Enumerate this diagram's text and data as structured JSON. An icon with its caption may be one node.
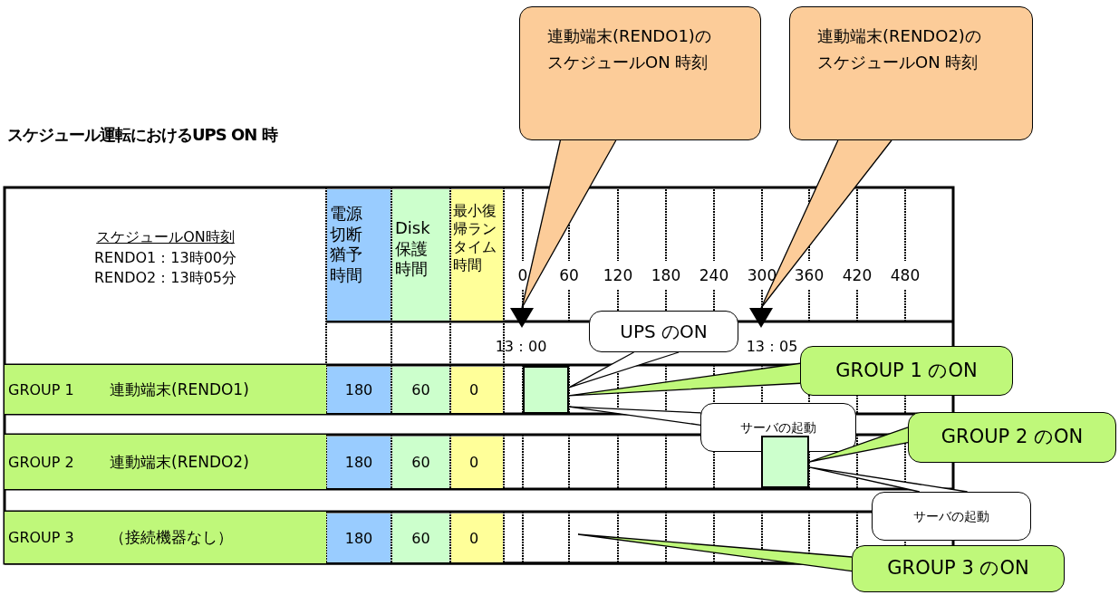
{
  "diagram": {
    "title": "スケジュール運転におけるUPS ON 時",
    "nodes": [
      {
        "text": [
          "連動端末(RENDO1)のスケジュールON 時刻"
        ]
      },
      {
        "text": [
          "連動端末(RENDO2)のスケジュールON 時刻"
        ]
      },
      {
        "text": [],
        "shape": "triangle"
      },
      {
        "text": [],
        "shape": "triangle"
      },
      {
        "text": [
          "UPS のON"
        ]
      },
      {
        "text": [],
        "shape": "bar"
      },
      {
        "text": [
          "GROUP 1 のON"
        ]
      },
      {
        "text": [
          "サーバの起動"
        ]
      },
      {
        "text": [
          "GROUP 2 のON"
        ]
      },
      {
        "text": [],
        "shape": "bar"
      },
      {
        "text": [
          "サーバの起動"
        ]
      },
      {
        "text": [
          "GROUP 3 のON"
        ]
      }
    ],
    "edges": [
      {
        "from": 0,
        "to": 2,
        "arrow": "none"
      },
      {
        "from": 1,
        "to": 3,
        "arrow": "none"
      },
      {
        "from": 4,
        "to": 5,
        "arrow": "none"
      },
      {
        "from": 6,
        "to": 5,
        "arrow": "none"
      },
      {
        "from": 7,
        "to": 5,
        "arrow": "none"
      },
      {
        "from": 8,
        "to": 9,
        "arrow": "none"
      },
      {
        "from": 10,
        "to": 9,
        "arrow": "none"
      },
      {
        "from": 11,
        "to": null,
        "arrow": "none"
      }
    ],
    "labels": [
      "スケジュールON時刻",
      "RENDO1：13時00分",
      "RENDO2：13時05分",
      "電源切断猶予時間",
      "Disk保護時間",
      "最小復帰ランタイム時間",
      "0",
      "60",
      "120",
      "180",
      "240",
      "300",
      "360",
      "420",
      "480",
      "13：00",
      "13：05",
      "GROUP 1",
      "連動端末(RENDO1)",
      "180",
      "60",
      "0",
      "GROUP 2",
      "連動端末(RENDO2)",
      "180",
      "60",
      "0",
      "GROUP 3",
      "（接続機器なし）",
      "180",
      "60",
      "0"
    ]
  }
}
